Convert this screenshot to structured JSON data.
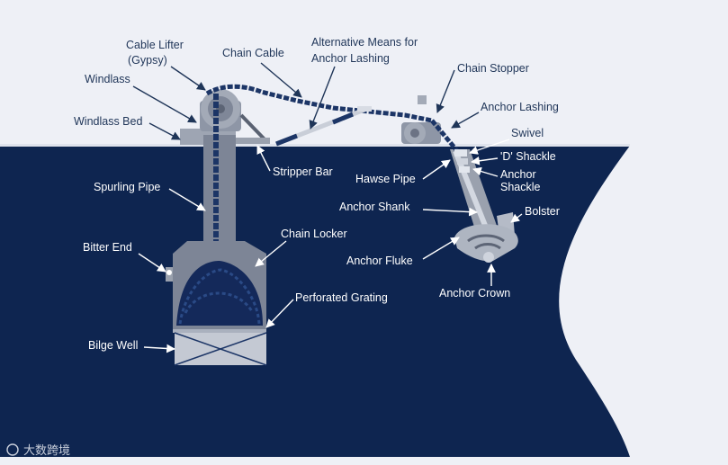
{
  "labels": {
    "cable_lifter_1": "Cable Lifter",
    "cable_lifter_2": "(Gypsy)",
    "chain_cable": "Chain Cable",
    "alt_means_1": "Alternative Means for",
    "alt_means_2": "Anchor Lashing",
    "windlass": "Windlass",
    "windlass_bed": "Windlass Bed",
    "chain_stopper": "Chain Stopper",
    "anchor_lashing": "Anchor Lashing",
    "swivel": "Swivel",
    "d_shackle": "'D' Shackle",
    "hawse_pipe": "Hawse Pipe",
    "anchor_shackle_1": "Anchor",
    "anchor_shackle_2": "Shackle",
    "stripper_bar": "Stripper Bar",
    "spurling_pipe": "Spurling Pipe",
    "anchor_shank": "Anchor Shank",
    "bolster": "Bolster",
    "chain_locker": "Chain Locker",
    "bitter_end": "Bitter End",
    "anchor_fluke": "Anchor Fluke",
    "perforated_grating": "Perforated Grating",
    "anchor_crown": "Anchor Crown",
    "bilge_well": "Bilge Well"
  },
  "watermark": "大数跨境",
  "colors": {
    "background": "#eef0f6",
    "hull": "#0e2550",
    "equipment": "#8e96a6",
    "chain": "#1c3566",
    "label_dark": "#1f3558",
    "label_light": "#ffffff"
  }
}
